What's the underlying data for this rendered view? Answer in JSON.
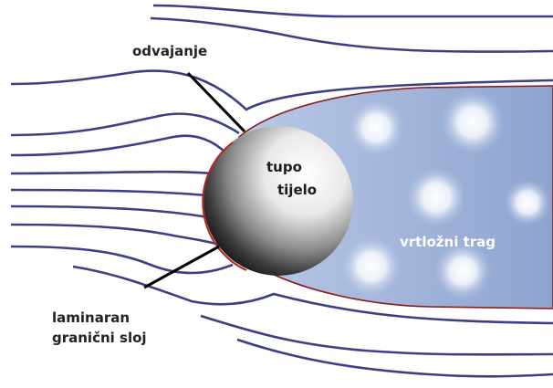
{
  "labels": {
    "separation": "odvajanje",
    "body_line1": "tupo",
    "body_line2": "tijelo",
    "wake": "vrtložni trag",
    "boundary_line1": "laminaran",
    "boundary_line2": "granični sloj"
  },
  "colors": {
    "streamline": "#3d3f86",
    "wake_fill": "#9fb2d8",
    "wake_edge": "#8c1a1a",
    "sphere_light": "#ffffff",
    "sphere_dark": "#141414",
    "label_text": "#222222"
  }
}
